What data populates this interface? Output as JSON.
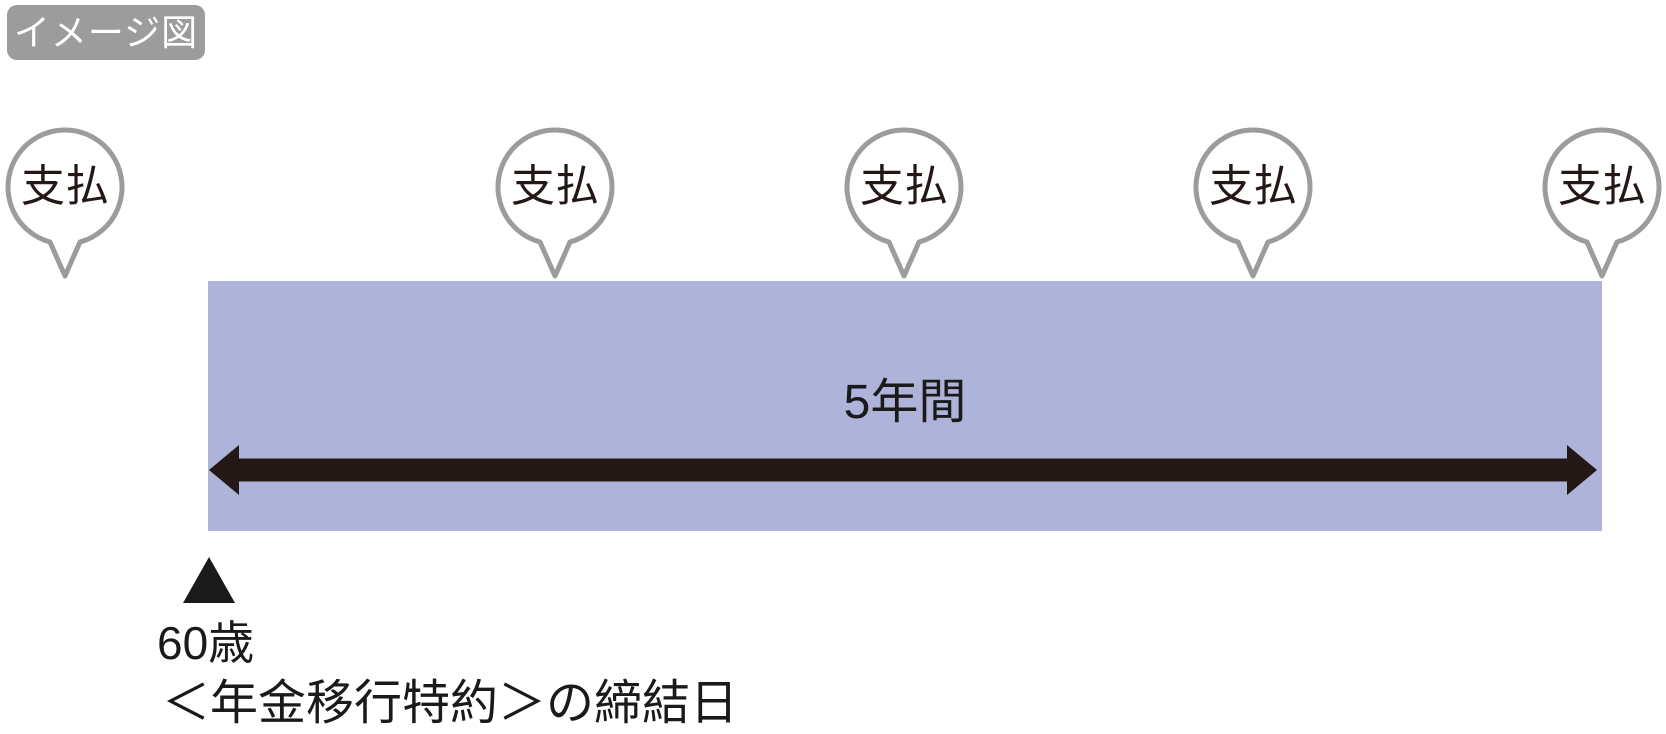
{
  "badge": {
    "label": "イメージ図",
    "bg_color": "#9c9c9c",
    "text_color": "#ffffff"
  },
  "bubbles": [
    {
      "label": "支払"
    },
    {
      "label": "支払"
    },
    {
      "label": "支払"
    },
    {
      "label": "支払"
    },
    {
      "label": "支払"
    }
  ],
  "timeline": {
    "bar_label": "5年間",
    "bar_color": "#adb3d9",
    "arrow_color": "#231815",
    "bubble_border_color": "#9c9c9c",
    "bubble_fill_color": "#ffffff",
    "bubble_text_color": "#231815"
  },
  "start_marker": {
    "age_label": "60歳",
    "description": "＜年金移行特約＞の締結日",
    "marker_color": "#1a1a1a"
  }
}
